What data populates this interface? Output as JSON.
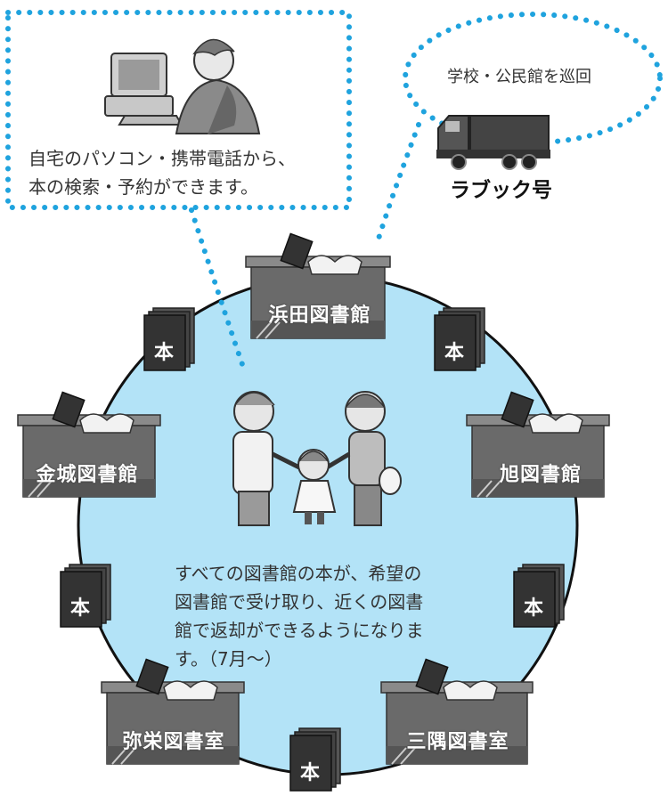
{
  "pc_box": {
    "text_line1": "自宅のパソコン・携帯電話から、",
    "text_line2": "本の検索・予約ができます。"
  },
  "bubble": {
    "text": "学校・公民館を巡回"
  },
  "truck": {
    "label": "ラブック号"
  },
  "libraries": {
    "hamada": "浜田図書館",
    "kinjo": "金城図書館",
    "asahi": "旭図書館",
    "yasaka": "弥栄図書室",
    "misumi": "三隅図書室"
  },
  "book_label": "本",
  "center_text": {
    "line1": "すべての図書館の本が、希望の",
    "line2": "図書館で受け取り、近くの図書",
    "line3": "館で返却ができるようになりま",
    "line4": "す。（7月〜）"
  },
  "colors": {
    "circle_fill": "#b3e3f7",
    "dot_blue": "#1fa3de",
    "building": "#666666",
    "book_dark": "#333333"
  }
}
